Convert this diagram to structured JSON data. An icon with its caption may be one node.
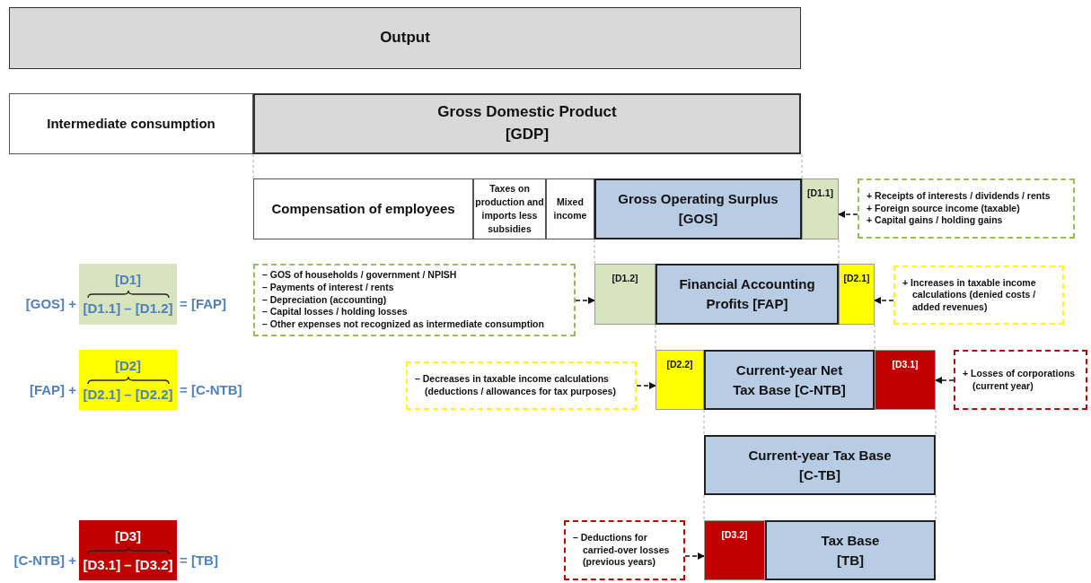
{
  "diagram": {
    "nodes": [
      {
        "text": [
          "Output"
        ]
      },
      {
        "text": [
          "Intermediate consumption"
        ]
      },
      {
        "text": [
          "Gross Domestic Product [GDP]"
        ]
      },
      {
        "text": [
          "Compensation of employees"
        ]
      },
      {
        "text": [
          "Taxes on production and imports less subsidies"
        ]
      },
      {
        "text": [
          "Mixed income"
        ]
      },
      {
        "text": [
          "Gross Operating Surplus [GOS]"
        ]
      },
      {
        "text": [
          "[D1.1]"
        ]
      },
      {
        "text": [
          "+ Receipts of interests / dividends / rents",
          "+ Foreign source income (taxable)",
          "+ Capital gains / holding gains"
        ]
      },
      {
        "text": [
          "[D1]",
          "[D1.1] – [D1.2]"
        ],
        "beside": [
          "[GOS] +",
          "= [FAP]"
        ]
      },
      {
        "text": [
          "– GOS of households / government / NPISH",
          "– Payments of interest / rents",
          "– Depreciation (accounting)",
          "– Capital losses / holding losses",
          "– Other expenses not recognized as intermediate consumption"
        ]
      },
      {
        "text": [
          "[D1.2]"
        ]
      },
      {
        "text": [
          "Financial Accounting Profits [FAP]"
        ]
      },
      {
        "text": [
          "[D2.1]"
        ]
      },
      {
        "text": [
          "+ Increases in taxable income calculations (denied costs / added revenues)"
        ]
      },
      {
        "text": [
          "[D2]",
          "[D2.1] – [D2.2]"
        ],
        "beside": [
          "[FAP] +",
          "= [C-NTB]"
        ]
      },
      {
        "text": [
          "– Decreases in taxable income calculations (deductions / allowances for tax purposes)"
        ]
      },
      {
        "text": [
          "[D2.2]"
        ]
      },
      {
        "text": [
          "Current-year Net Tax Base [C-NTB]"
        ]
      },
      {
        "text": [
          "[D3.1]"
        ]
      },
      {
        "text": [
          "+ Losses of corporations (current year)"
        ]
      },
      {
        "text": [
          "Current-year Tax Base [C-TB]"
        ]
      },
      {
        "text": [
          "[D3]",
          "[D3.1] – [D3.2]"
        ],
        "beside": [
          "[C-NTB] +",
          "= [TB]"
        ]
      },
      {
        "text": [
          "– Deductions for carried-over losses (previous years)"
        ]
      },
      {
        "text": [
          "[D3.2]"
        ]
      },
      {
        "text": [
          "Tax Base [TB]"
        ]
      }
    ],
    "edges": [
      {
        "from": 8,
        "to": 7,
        "arrow": "to",
        "style": "dashed"
      },
      {
        "from": 10,
        "to": 11,
        "arrow": "to",
        "style": "dashed"
      },
      {
        "from": 14,
        "to": 13,
        "arrow": "to",
        "style": "dashed"
      },
      {
        "from": 16,
        "to": 17,
        "arrow": "to",
        "style": "dashed"
      },
      {
        "from": 20,
        "to": 19,
        "arrow": "to",
        "style": "dashed"
      },
      {
        "from": 23,
        "to": 24,
        "arrow": "to",
        "style": "dashed"
      }
    ]
  }
}
